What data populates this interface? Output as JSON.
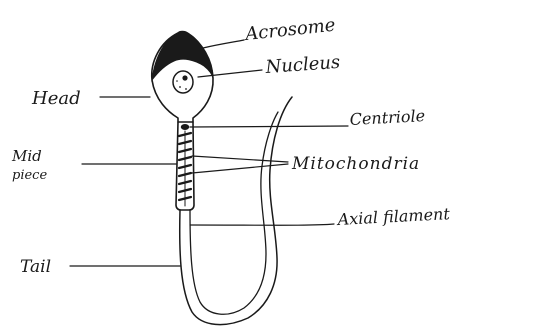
{
  "labels": {
    "acrosome": "Acrosome",
    "nucleus": "Nucleus",
    "head": "Head",
    "centriole": "Centriole",
    "mitochondria": "Mitochondria",
    "mid_piece_line1": "Mid",
    "mid_piece_line2": "piece",
    "axial_filament": "Axial filament",
    "tail": "Tail"
  },
  "colors": {
    "ink": "#1a1a1a",
    "paper": "#ffffff"
  }
}
